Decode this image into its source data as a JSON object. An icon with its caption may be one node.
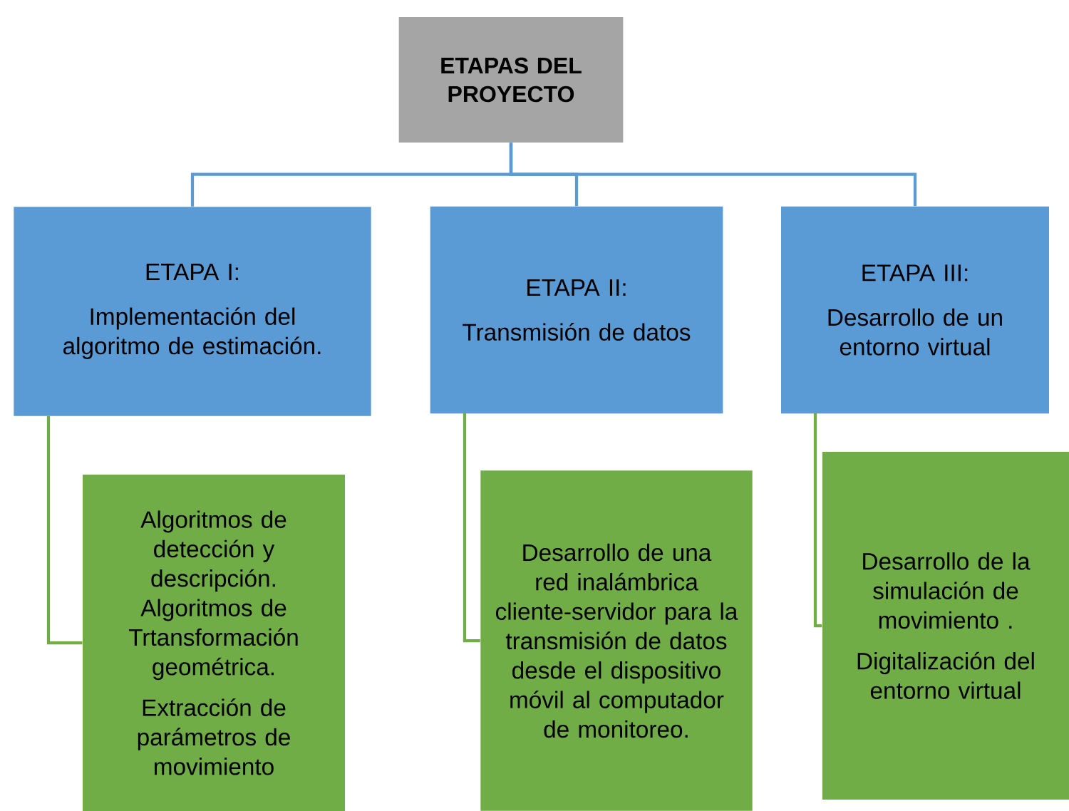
{
  "diagram": {
    "nodes": [
      {
        "text": [
          "ETAPAS DEL PROYECTO"
        ]
      },
      {
        "text": [
          "ETAPA I:",
          "Implementación del algoritmo de estimación."
        ]
      },
      {
        "text": [
          "ETAPA II:",
          "Transmisión de datos"
        ]
      },
      {
        "text": [
          "ETAPA III:",
          "Desarrollo de un entorno virtual"
        ]
      },
      {
        "text": [
          "Algoritmos de detección y descripción. Algoritmos de Trtansformación geométrica.",
          "Extracción de parámetros de movimiento"
        ]
      },
      {
        "text": [
          "Desarrollo de una red inalámbrica cliente-servidor para la transmisión de datos desde el dispositivo móvil al computador de monitoreo."
        ]
      },
      {
        "text": [
          "Desarrollo de la simulación de movimiento .",
          "Digitalización del entorno virtual"
        ]
      }
    ],
    "edges": [
      {
        "from": 0,
        "to": 1,
        "arrow": "none"
      },
      {
        "from": 0,
        "to": 2,
        "arrow": "none"
      },
      {
        "from": 0,
        "to": 3,
        "arrow": "none"
      },
      {
        "from": 1,
        "to": 4,
        "arrow": "none",
        "color": "#70ad47"
      },
      {
        "from": 2,
        "to": 5,
        "arrow": "none",
        "color": "#70ad47"
      },
      {
        "from": 3,
        "to": 6,
        "arrow": "none",
        "color": "#70ad47"
      }
    ]
  }
}
